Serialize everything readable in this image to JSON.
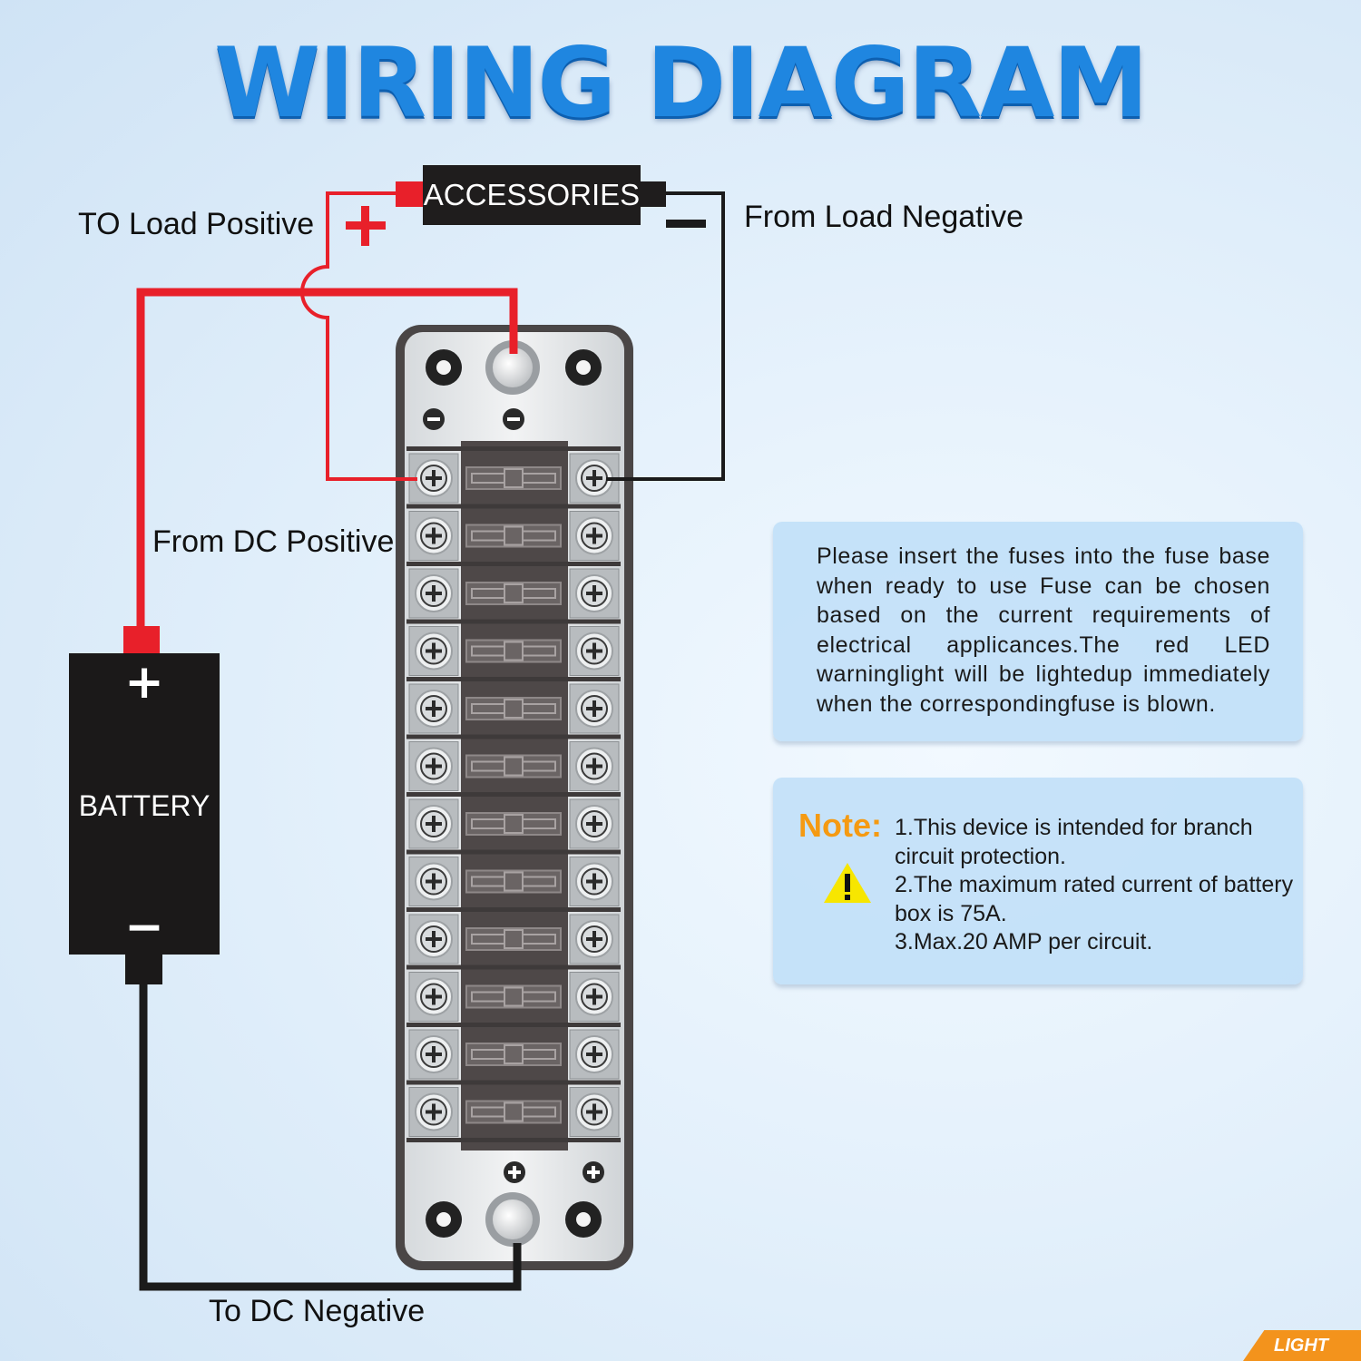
{
  "title": "WIRING DIAGRAM",
  "labels": {
    "to_load_positive": "TO Load Positive",
    "from_load_negative": "From Load Negative",
    "from_dc_positive": "From DC Positive",
    "to_dc_negative": "To DC Negative"
  },
  "accessories": "ACCESSORIES",
  "battery": {
    "name": "BATTERY",
    "plus": "+",
    "minus": "−"
  },
  "fuse_block": {
    "fuse_count": 12,
    "top_symbols": [
      "−",
      "−"
    ],
    "bottom_symbols": [
      "+",
      "+"
    ]
  },
  "info": "Please insert the fuses into the fuse base when ready to use Fuse can be chosen based on the current requirements of electrical applicances.The red LED warninglight will be lightedup immediately when the correspondingfuse is blown.",
  "note": {
    "heading": "Note:",
    "lines": [
      "1.This device is intended for branch circuit protection.",
      "2.The maximum rated current of battery box is 75A.",
      "3.Max.20 AMP per circuit."
    ]
  },
  "brand": "LIGHT",
  "colors": {
    "title_blue": "#1f86e0",
    "wire_red": "#e8202a",
    "wire_black": "#1b1b1b",
    "note_orange": "#f59a12",
    "warning_yellow": "#f7e600"
  }
}
